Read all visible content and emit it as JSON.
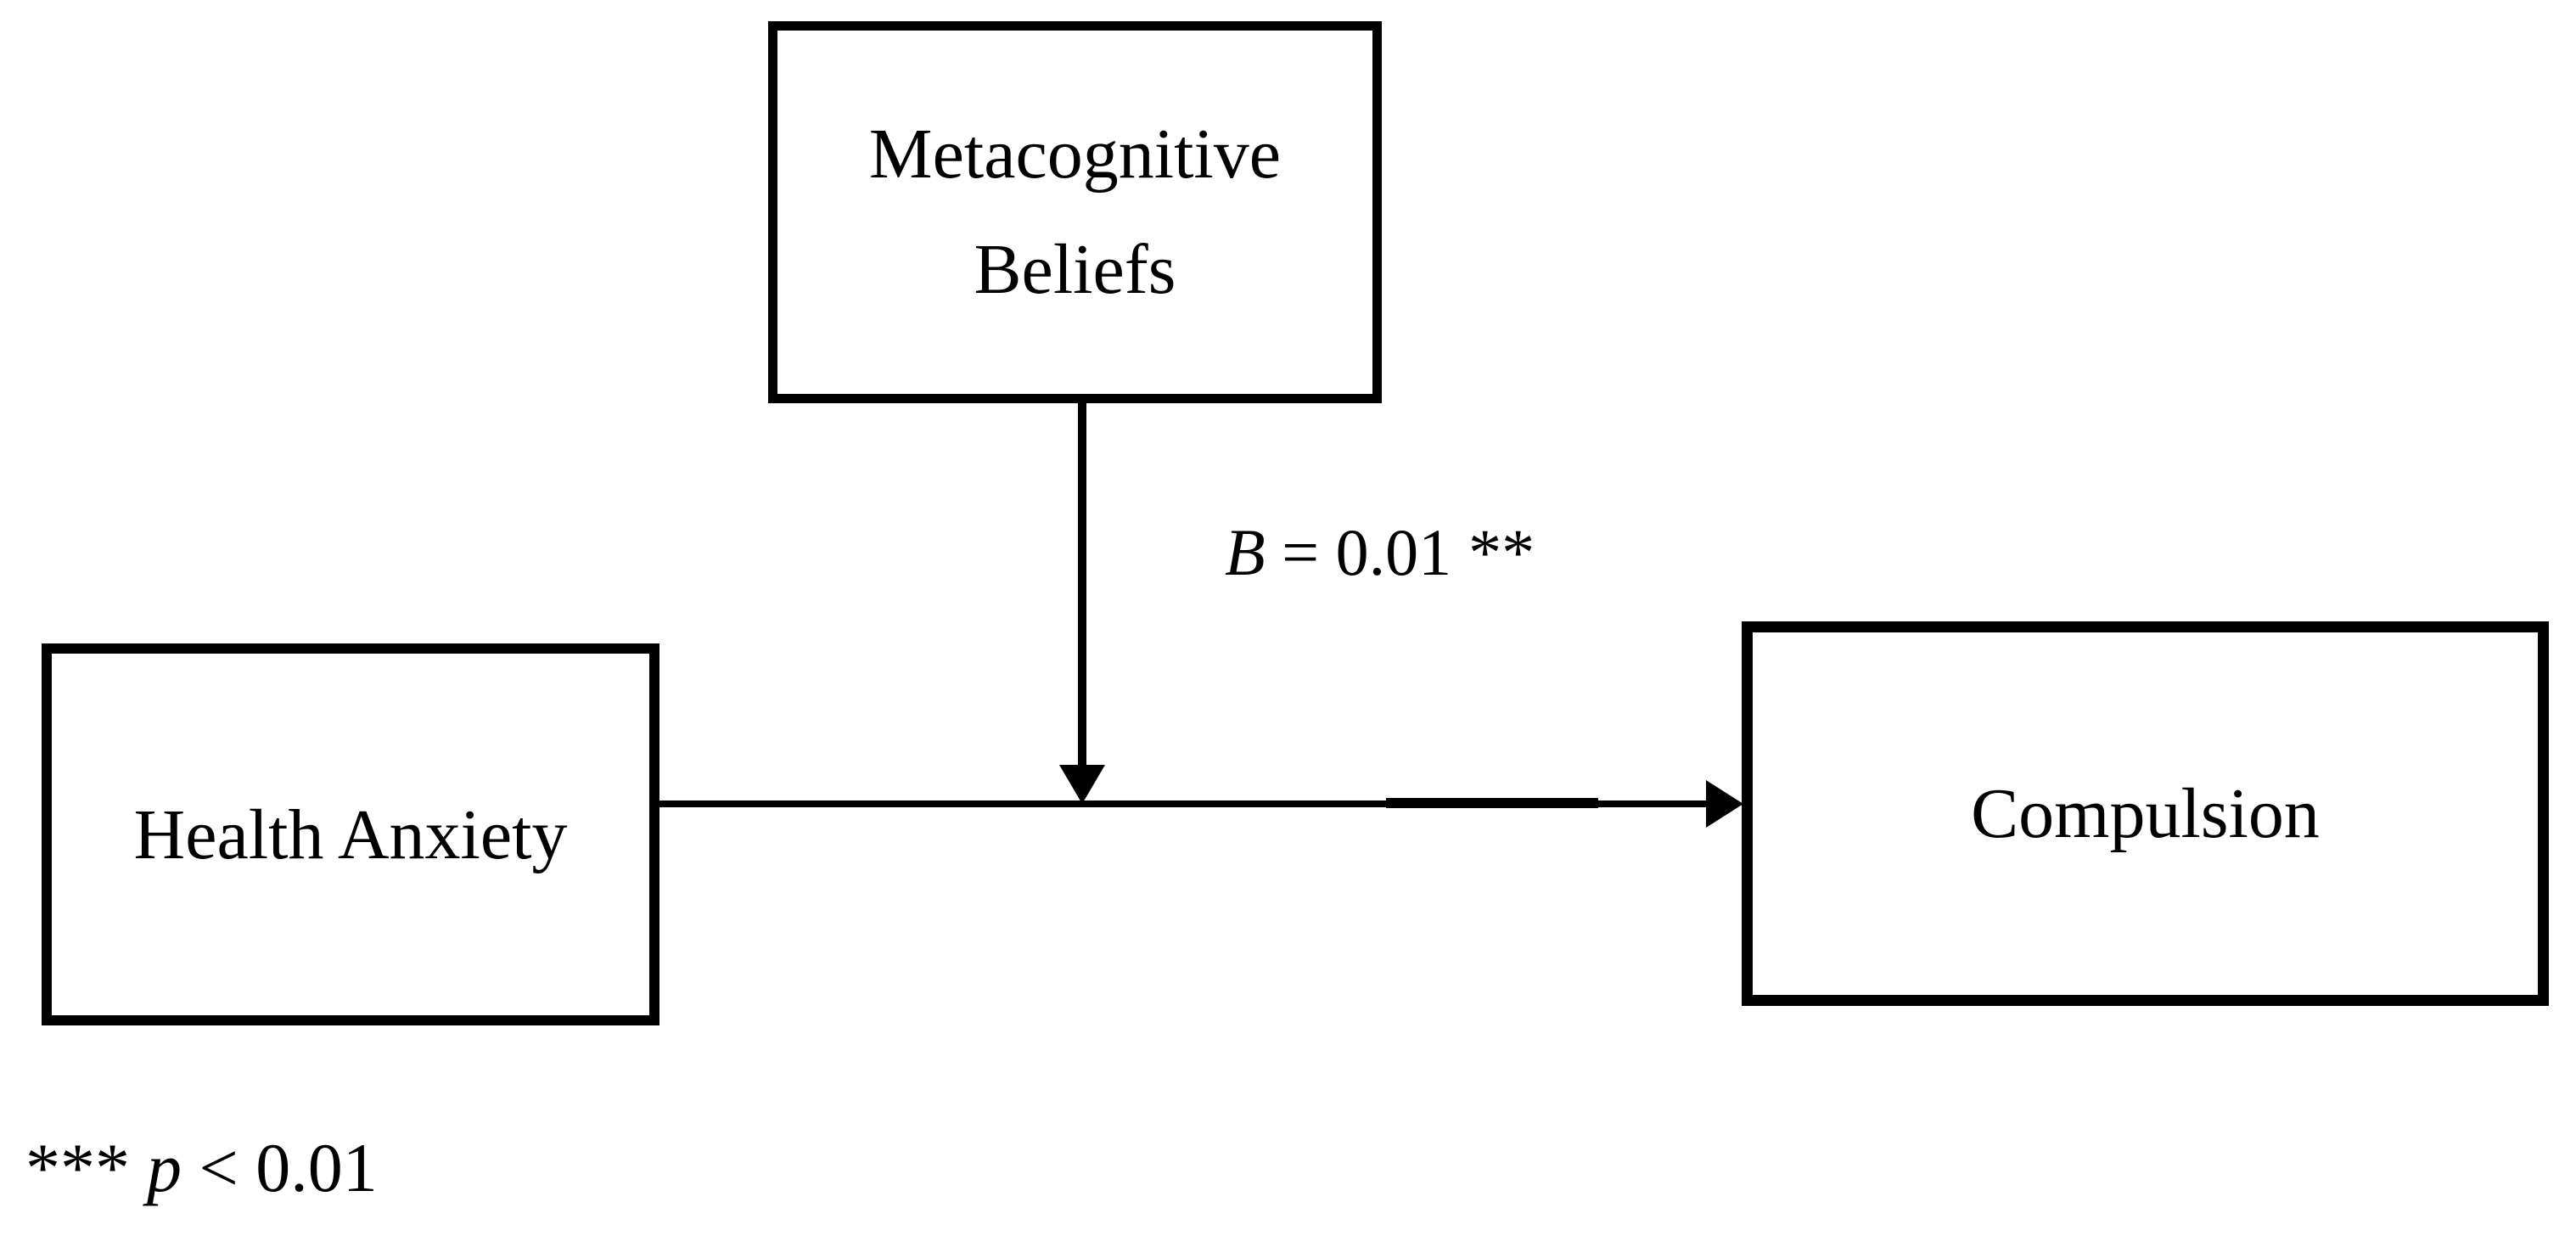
{
  "figure": {
    "background_color": "#ffffff",
    "stroke_color": "#000000",
    "text_color": "#000000",
    "boxes": {
      "moderator": {
        "line1": "Metacognitive",
        "line2": "Beliefs"
      },
      "predictor": {
        "label": "Health Anxiety"
      },
      "outcome": {
        "label": "Compulsion"
      }
    },
    "moderation_path_label": {
      "variable": "B",
      "relation": " = 0.01",
      "stars": "**"
    },
    "footnote": {
      "stars": "***",
      "variable": "p",
      "relation": " < 0.01"
    }
  }
}
